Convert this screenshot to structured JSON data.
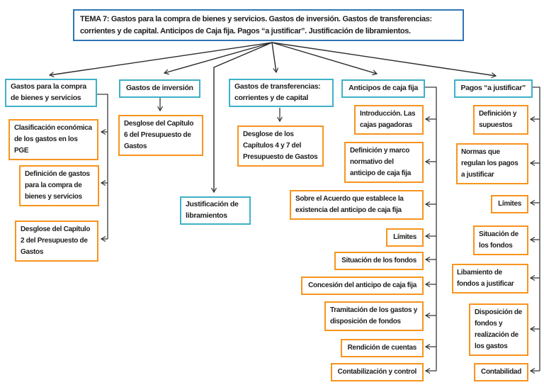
{
  "title": "TEMA 7: Gastos para la compra de bienes y servicios. Gastos de inversión. Gastos de transferencias: corrientes y de capital. Anticipos de Caja fija. Pagos “a justificar”. Justificación de libramientos.",
  "colors": {
    "title_border": "#2E75B6",
    "category_border": "#3EB1C8",
    "topic_border": "#F7941E",
    "connector": "#333333"
  },
  "columns": [
    {
      "header": "Gastos para la compra de bienes y servicios",
      "items": [
        "Clasificación económica de los gastos en los PGE",
        "Definición de gastos para la compra de bienes y servicios",
        "Desglose del Capítulo 2 del Presupuesto de Gastos"
      ]
    },
    {
      "header": "Gastos de inversión",
      "items": [
        "Desglose del Capítulo 6 del Presupuesto de Gastos"
      ]
    },
    {
      "header": "Gastos de transferencias: corrientes y de capital",
      "items": [
        "Desglose de los Capítulos 4 y 7 del Presupuesto de Gastos"
      ]
    },
    {
      "header": "Anticipos de caja fija",
      "items": [
        "Introducción. Las cajas pagadoras",
        "Definición y marco normativo del anticipo de caja fija",
        "Sobre el Acuerdo que establece la existencia del anticipo de caja fija",
        "Límites",
        "Situación de los fondos",
        "Concesión del anticipo de caja fija",
        "Tramitación de los gastos y disposición de fondos",
        "Rendición de cuentas",
        "Contabilización y control"
      ]
    },
    {
      "header": "Pagos “a justificar”",
      "items": [
        "Definición y supuestos",
        "Normas que regulan los pagos a justificar",
        "Límites",
        "Situación de los fondos",
        "Libamiento de fondos a justificar",
        "Disposición de fondos y realización de los gastos",
        "Contabilidad"
      ]
    }
  ],
  "standalone_node": {
    "header": "Justificación de libramientos"
  }
}
